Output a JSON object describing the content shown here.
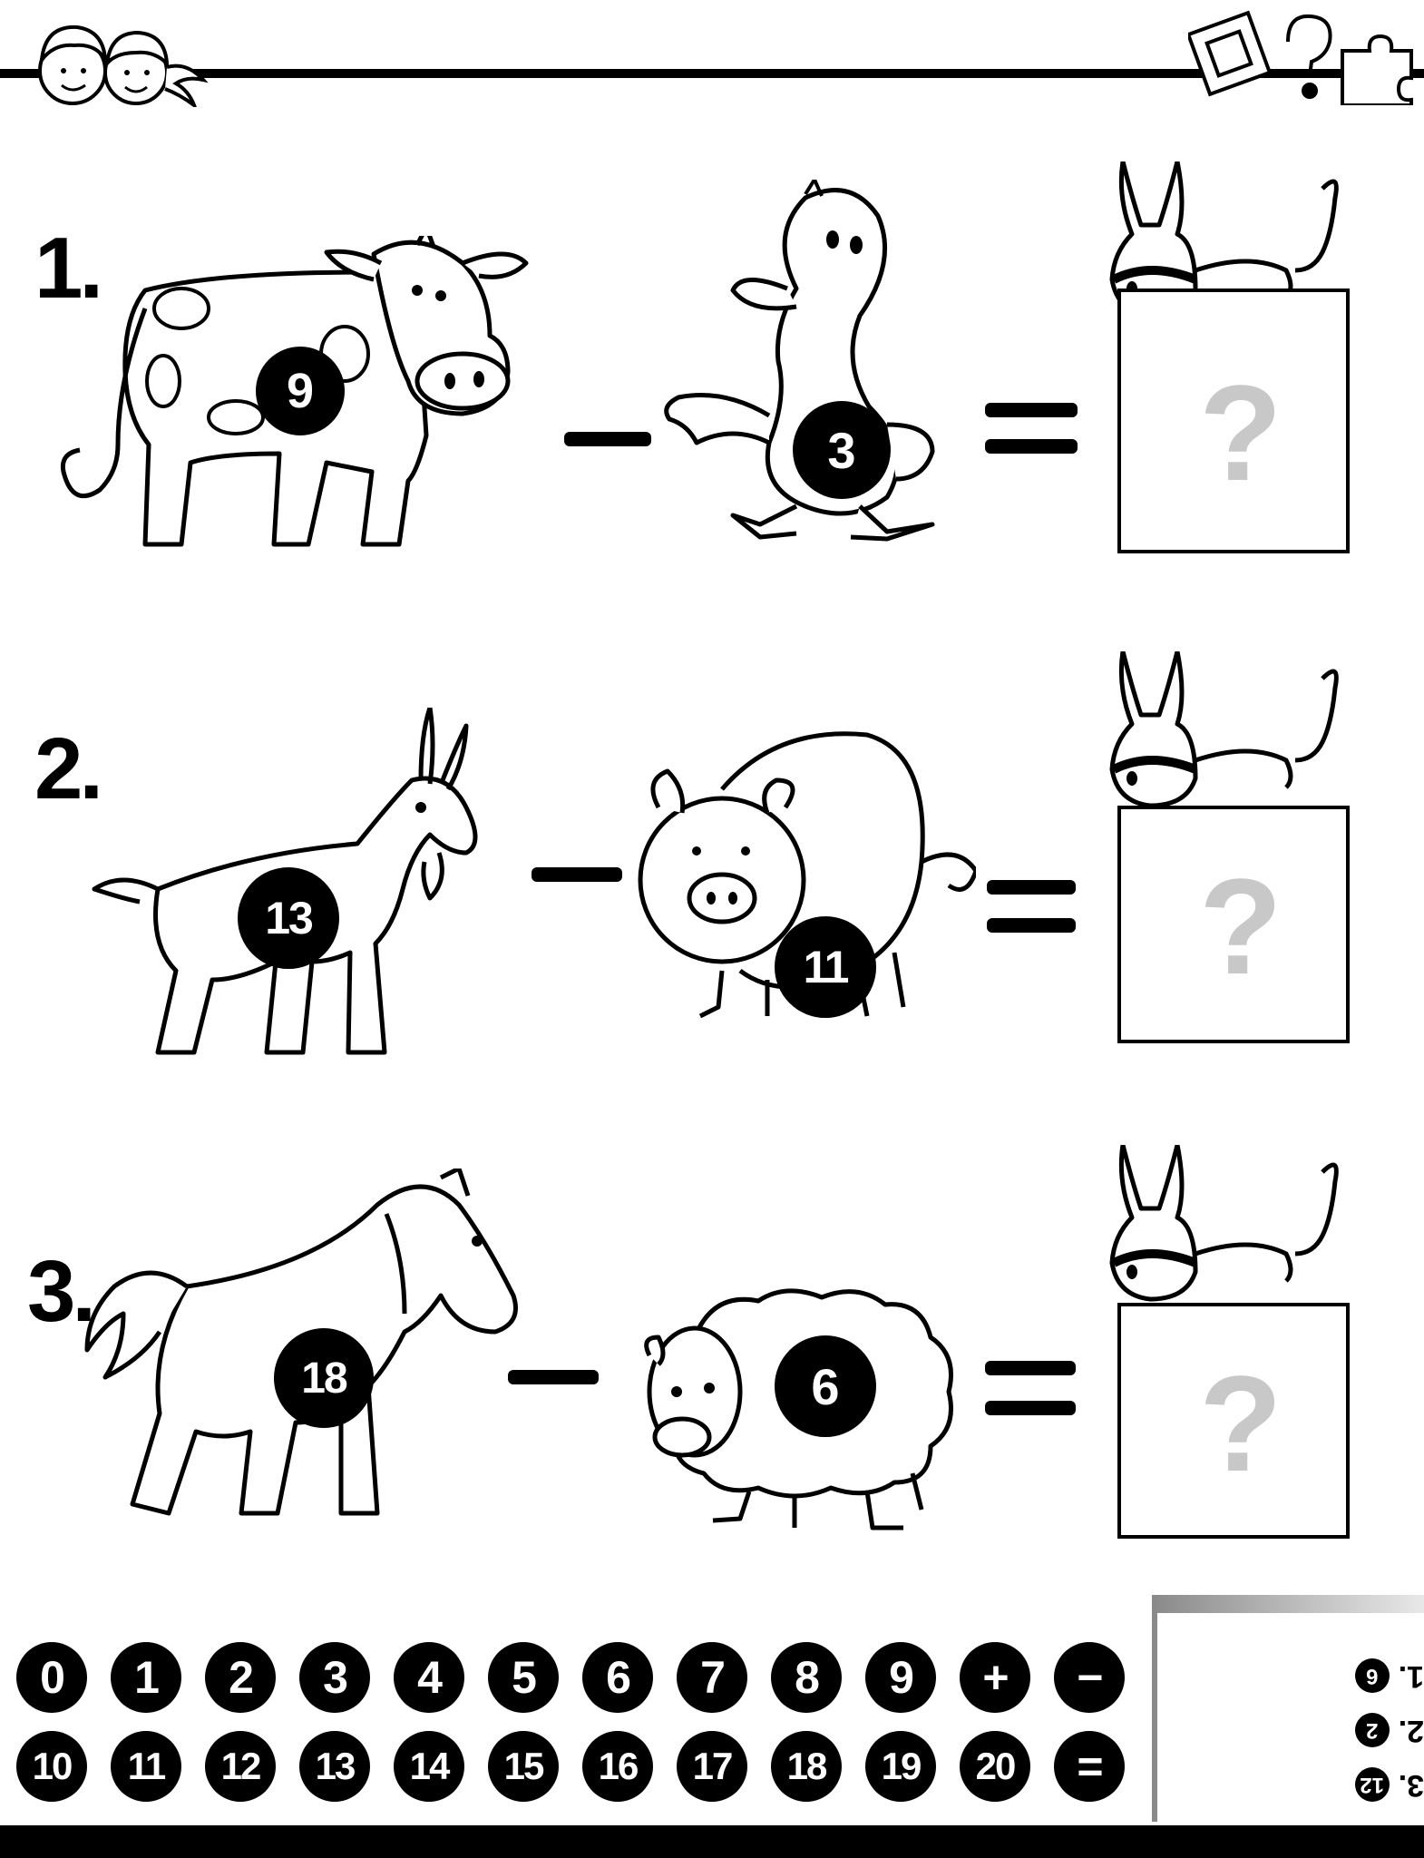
{
  "problems": [
    {
      "number": "1.",
      "left_animal": "cow-icon",
      "left_value": "9",
      "right_animal": "duck-icon",
      "right_value": "3",
      "operator": "−",
      "equals": "=",
      "answer": "?"
    },
    {
      "number": "2.",
      "left_animal": "goat-icon",
      "left_value": "13",
      "right_animal": "pig-icon",
      "right_value": "11",
      "operator": "−",
      "equals": "=",
      "answer": "?"
    },
    {
      "number": "3.",
      "left_animal": "horse-icon",
      "left_value": "18",
      "right_animal": "sheep-icon",
      "right_value": "6",
      "operator": "−",
      "equals": "=",
      "answer": "?"
    }
  ],
  "number_key": {
    "row1": [
      "0",
      "1",
      "2",
      "3",
      "4",
      "5",
      "6",
      "7",
      "8",
      "9",
      "+",
      "−"
    ],
    "row2": [
      "10",
      "11",
      "12",
      "13",
      "14",
      "15",
      "16",
      "17",
      "18",
      "19",
      "20",
      "="
    ]
  },
  "solutions": [
    {
      "label": "3.",
      "value": "12"
    },
    {
      "label": "2.",
      "value": "2"
    },
    {
      "label": "1.",
      "value": "6"
    }
  ],
  "icons": {
    "header_left": "kids-faces-icon",
    "header_right": "puzzle-icons",
    "answer_peek": "donkey-icon"
  },
  "colors": {
    "ink": "#000000",
    "question_mark": "#c8c8c8"
  }
}
